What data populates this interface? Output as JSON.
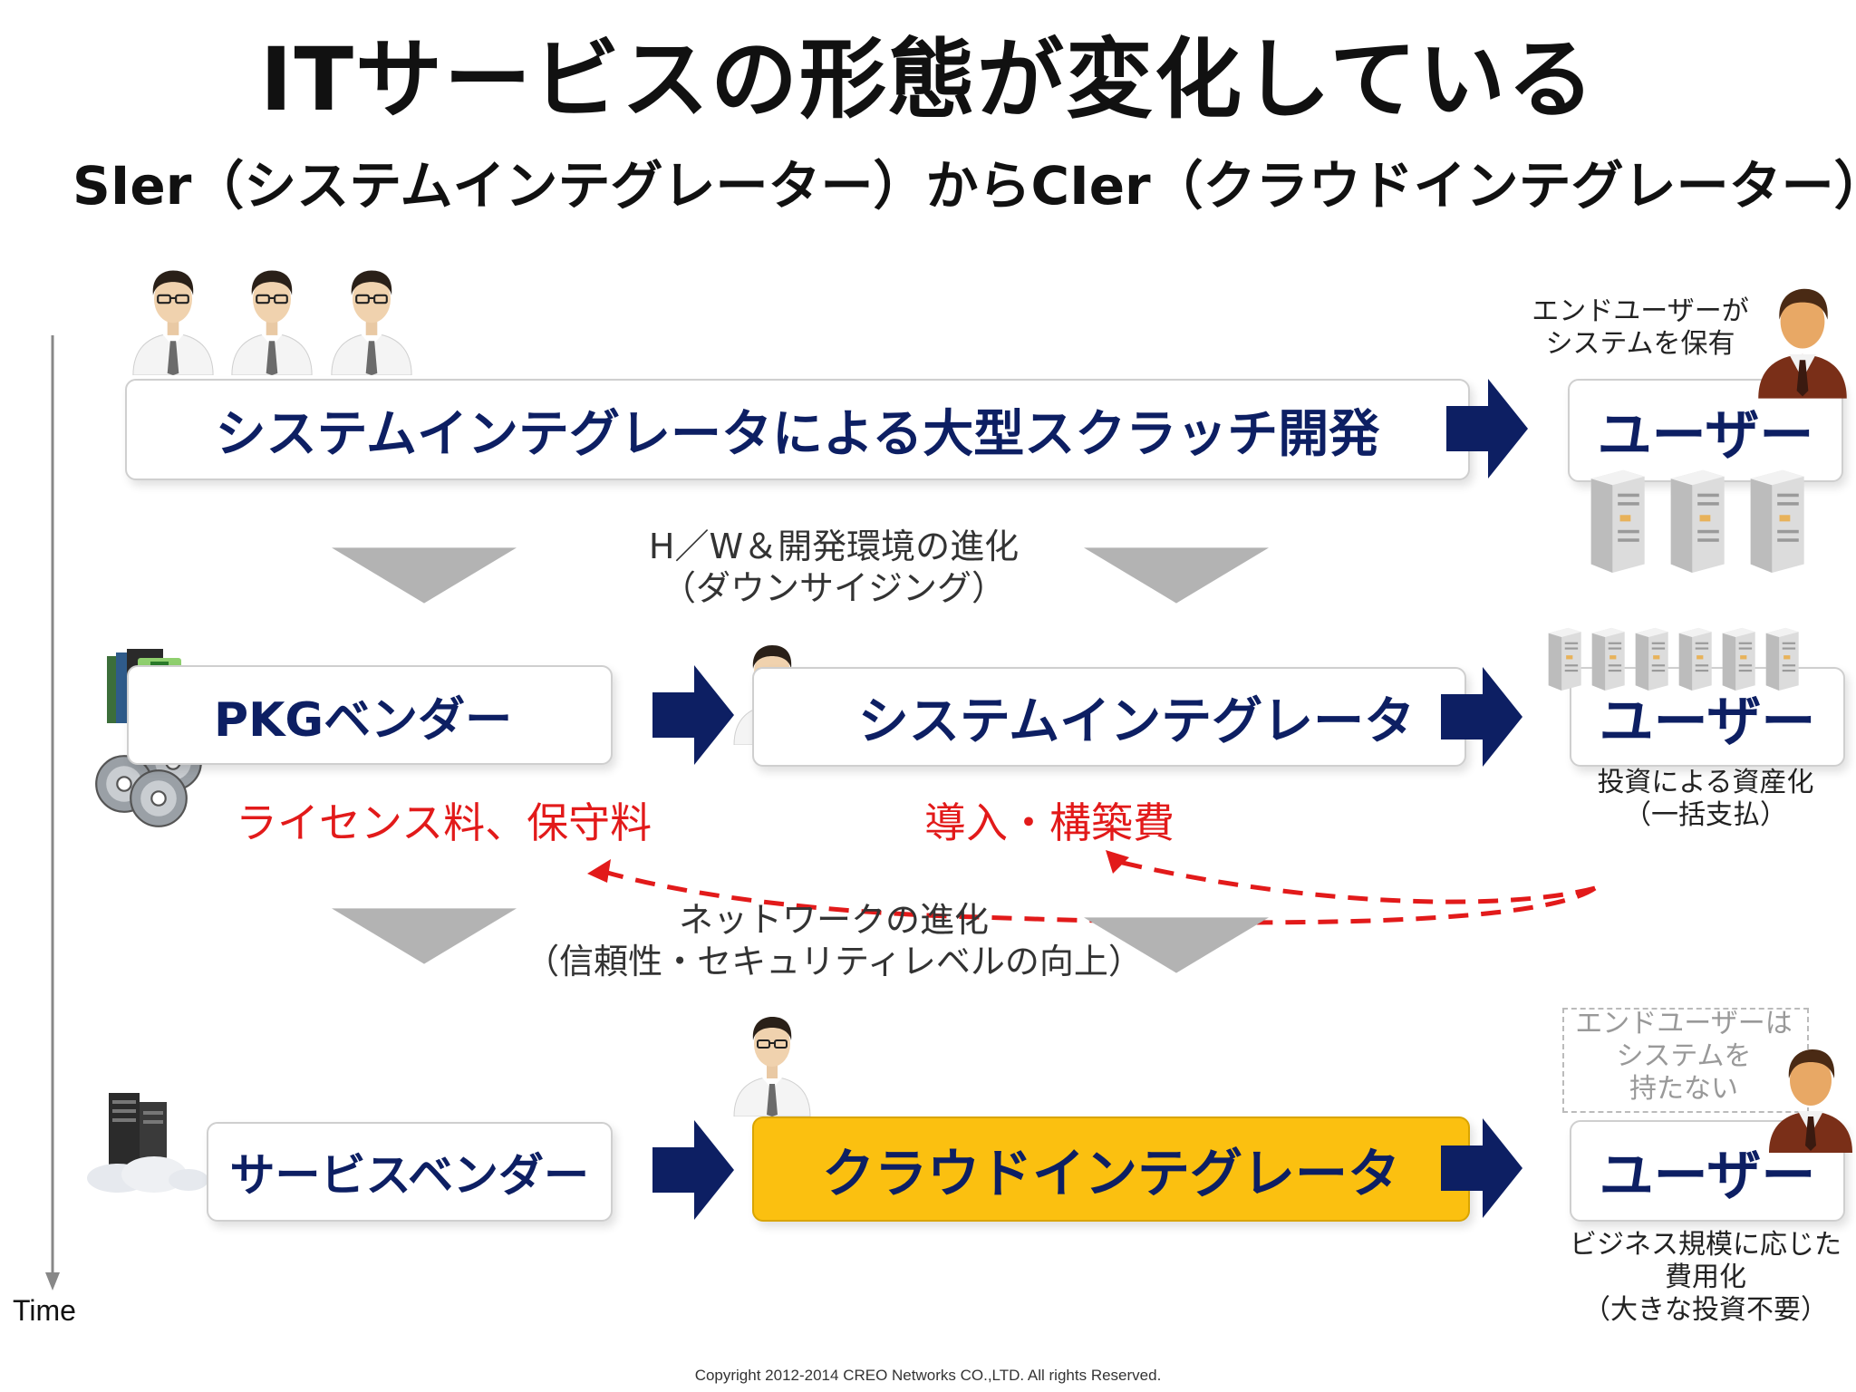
{
  "title": "ITサービスの形態が変化している",
  "subtitle": "SIer（システムインテグレーター）からCIer（クラウドインテグレーター）へ",
  "row1": {
    "main_box": "システムインテグレータによる大型スクラッチ開発",
    "user_box": "ユーザー",
    "owner_note_1": "エンドユーザーが",
    "owner_note_2": "システムを保有"
  },
  "transition1": {
    "line1": "H／W＆開発環境の進化",
    "line2": "（ダウンサイジング）"
  },
  "row2": {
    "pkg_box": "PKGベンダー",
    "si_box": "システムインテグレータ",
    "user_box": "ユーザー",
    "license_fee": "ライセンス料、保守料",
    "install_fee": "導入・構築費",
    "user_note_1": "投資による資産化",
    "user_note_2": "（一括支払）"
  },
  "transition2": {
    "line1": "ネットワークの進化",
    "line2": "（信頼性・セキュリティレベルの向上）"
  },
  "row3": {
    "service_box": "サービスベンダー",
    "ci_box": "クラウドインテグレータ",
    "user_box": "ユーザー",
    "owner_note_1": "エンドユーザーは",
    "owner_note_2": "システムを",
    "owner_note_3": "持たない",
    "user_note_1": "ビジネス規模に応じた",
    "user_note_2": "費用化",
    "user_note_3": "（大きな投資不要）"
  },
  "time_label": "Time",
  "copyright": "Copyright 2012-2014 CREO Networks CO.,LTD. All rights Reserved.",
  "colors": {
    "navy": "#0d1f63",
    "arrow": "#0d1f63",
    "gold": "#fbc010",
    "red": "#e21a1a",
    "gray_chevron": "#b3b3b3"
  },
  "icons": [
    "businessman-icon",
    "executive-avatar-icon",
    "server-icon",
    "software-package-icon",
    "cd-disc-icon",
    "cloud-server-icon"
  ]
}
